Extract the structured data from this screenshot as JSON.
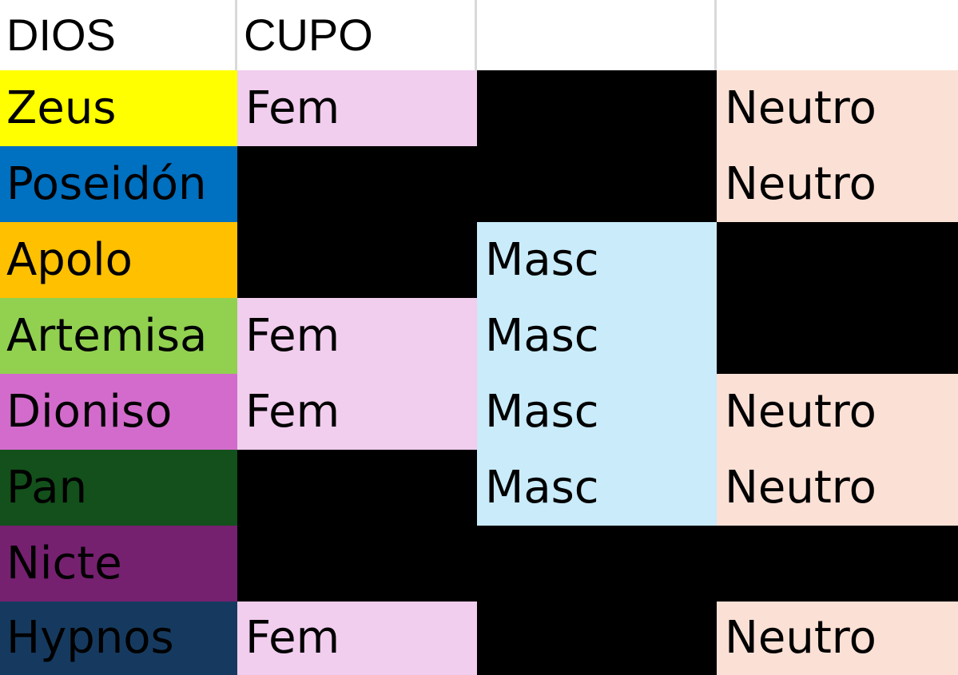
{
  "headers": [
    "DIOS",
    "CUPO",
    "",
    ""
  ],
  "colors": {
    "fem": "#f1cdee",
    "masc": "#c9ebfa",
    "neutro": "#fbe0d5",
    "blank": "#000000"
  },
  "rows": [
    {
      "god": "Zeus",
      "color": "#ffff00",
      "fem": "Fem",
      "masc": "",
      "neutro": "Neutro"
    },
    {
      "god": "Poseidón",
      "color": "#0070c0",
      "fem": "",
      "masc": "",
      "neutro": "Neutro"
    },
    {
      "god": "Apolo",
      "color": "#ffc000",
      "fem": "",
      "masc": "Masc",
      "neutro": ""
    },
    {
      "god": "Artemisa",
      "color": "#92d050",
      "fem": "Fem",
      "masc": "Masc",
      "neutro": ""
    },
    {
      "god": "Dioniso",
      "color": "#d36bcc",
      "fem": "Fem",
      "masc": "Masc",
      "neutro": "Neutro"
    },
    {
      "god": "Pan",
      "color": "#13501b",
      "fem": "",
      "masc": "Masc",
      "neutro": "Neutro"
    },
    {
      "god": "Nicte",
      "color": "#762070",
      "fem": "",
      "masc": "",
      "neutro": ""
    },
    {
      "god": "Hypnos",
      "color": "#163a5f",
      "fem": "Fem",
      "masc": "",
      "neutro": "Neutro"
    }
  ]
}
